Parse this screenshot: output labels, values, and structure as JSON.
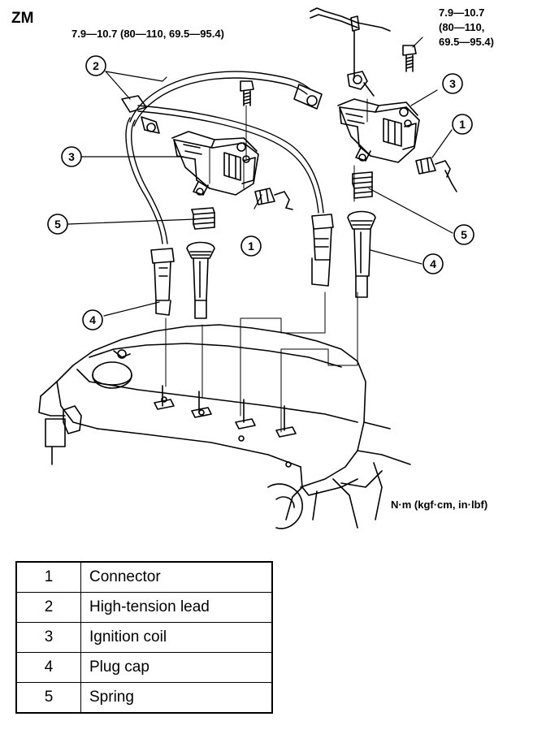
{
  "header": {
    "code": "ZM"
  },
  "torque": {
    "left": "7.9—10.7 (80—110, 69.5—95.4)",
    "right_lines": [
      "7.9—10.7",
      "(80—110,",
      "69.5—95.4)"
    ],
    "units": "N·m (kgf·cm, in·lbf)"
  },
  "callouts": [
    "1",
    "2",
    "3",
    "4",
    "5"
  ],
  "legend": [
    {
      "num": "1",
      "name": "Connector"
    },
    {
      "num": "2",
      "name": "High-tension lead"
    },
    {
      "num": "3",
      "name": "Ignition coil"
    },
    {
      "num": "4",
      "name": "Plug cap"
    },
    {
      "num": "5",
      "name": "Spring"
    }
  ]
}
